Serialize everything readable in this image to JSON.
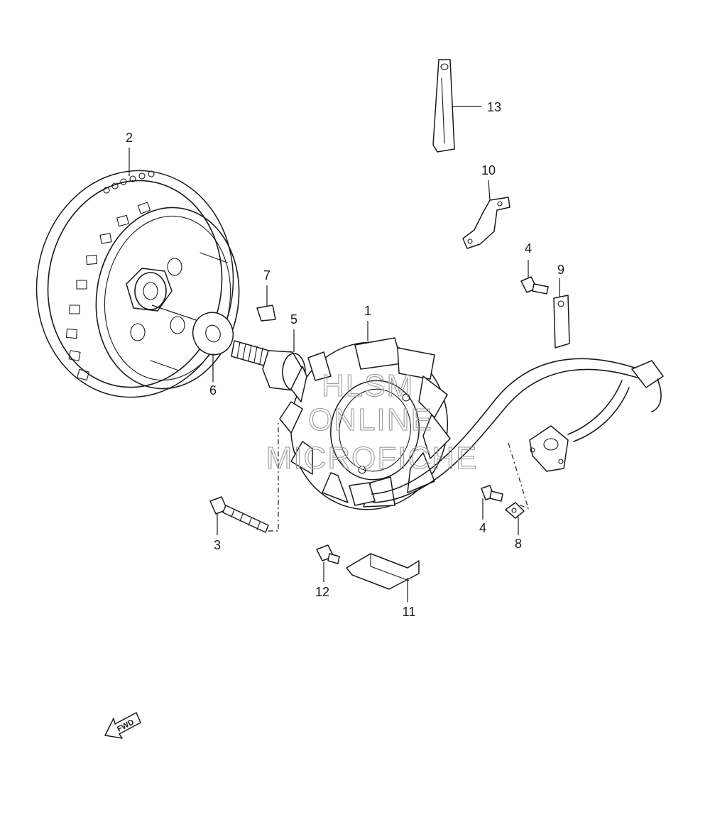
{
  "diagram": {
    "callouts": {
      "c1": "1",
      "c2": "2",
      "c3": "3",
      "c4a": "4",
      "c4b": "4",
      "c5": "5",
      "c6": "6",
      "c7": "7",
      "c8": "8",
      "c9": "9",
      "c10": "10",
      "c11": "11",
      "c12": "12",
      "c13": "13"
    },
    "watermark": {
      "line1": "HLSM",
      "line2": "ONLINE",
      "line3": "MICROFICHE"
    },
    "direction_arrow": "FWD"
  }
}
